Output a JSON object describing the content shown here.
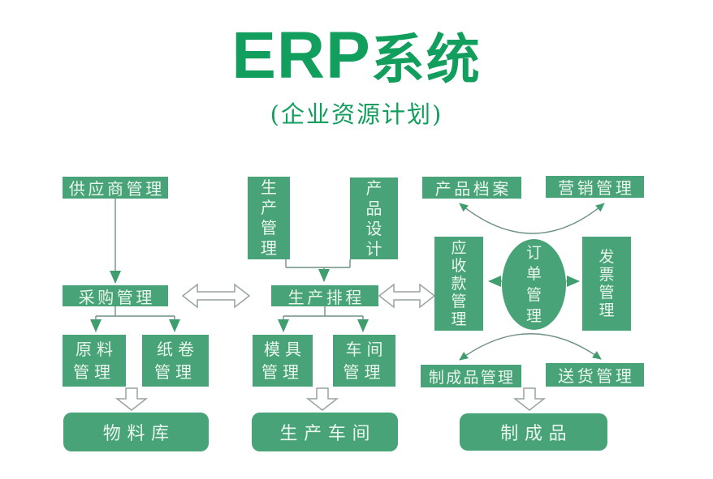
{
  "title": {
    "brand": "ERP",
    "suffix": "系统",
    "subtitle": "(企业资源计划)"
  },
  "palette": {
    "box_green": "#48a478",
    "title_green": "#129e5d",
    "connector_line": "#6e9081",
    "solid_arrow": "#3f9e6e",
    "hollow_arrow_stroke": "#99a49e",
    "box_text": "#e9f5ed"
  },
  "nodes": {
    "supplier": "供应商管理",
    "purchasing": "采购管理",
    "raw_material": [
      "原料",
      "管理"
    ],
    "paper_roll": [
      "纸卷",
      "管理"
    ],
    "material_warehouse": "物料库",
    "production_mgmt": [
      "生",
      "产",
      "管",
      "理"
    ],
    "product_design": [
      "产",
      "品",
      "设",
      "计"
    ],
    "production_scheduling": "生产排程",
    "mold_mgmt": [
      "模具",
      "管理"
    ],
    "workshop_mgmt": [
      "车间",
      "管理"
    ],
    "production_workshop": "生产车间",
    "product_archive": "产品档案",
    "marketing_mgmt": "营销管理",
    "receivables_mgmt": [
      "应",
      "收",
      "款",
      "管",
      "理"
    ],
    "order_mgmt": [
      "订",
      "单",
      "管",
      "理"
    ],
    "invoice_mgmt": [
      "发",
      "票",
      "管",
      "理"
    ],
    "finished_product_mgmt": "制成品管理",
    "delivery_mgmt": "送货管理",
    "finished_products": "制成品"
  }
}
